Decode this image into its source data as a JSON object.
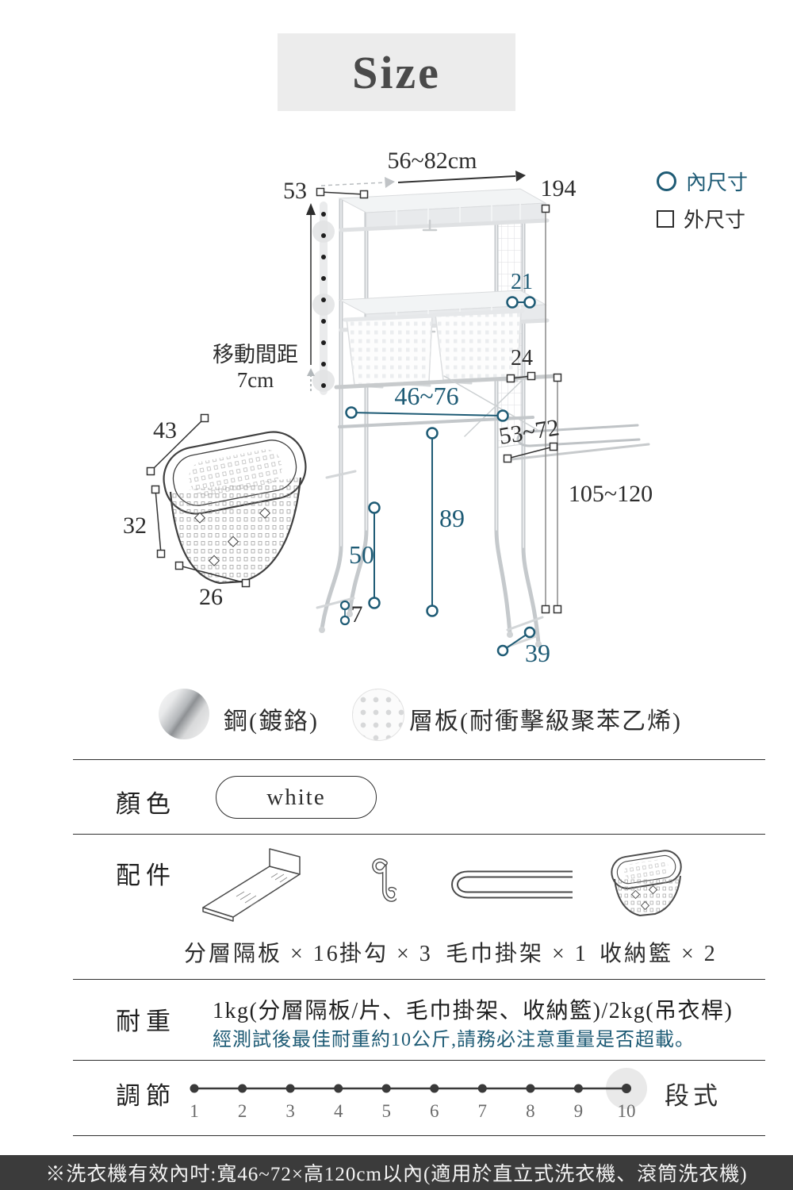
{
  "title": "Size",
  "legend": {
    "inner_label": "內尺寸",
    "outer_label": "外尺寸"
  },
  "diagram": {
    "top_width": "56~82cm",
    "top_depth": "53",
    "total_height": "194",
    "move_label": "移動間距",
    "move_value": "7cm",
    "shelf_inner_depth": "21",
    "shelf_outer_depth": "24",
    "inner_width": "46~76",
    "hanger_width": "53~72",
    "pole_height": "105~120",
    "inner_height": "89",
    "front_inner_height": "50",
    "foot_height": "7",
    "base_depth": "39",
    "basket_width": "43",
    "basket_height": "32",
    "basket_depth": "26"
  },
  "materials": [
    {
      "icon": "chrome-steel-swatch",
      "label": "鋼(鍍鉻)"
    },
    {
      "icon": "perforated-board-swatch",
      "label": "層板(耐衝擊級聚苯乙烯)"
    }
  ],
  "color_section": {
    "label": "顏色",
    "value": "white"
  },
  "accessories": {
    "label": "配件",
    "items": [
      {
        "icon": "divider-board",
        "name": "分層隔板 × 16"
      },
      {
        "icon": "hook",
        "name": "掛勾 × 3"
      },
      {
        "icon": "towel-rack",
        "name": "毛巾掛架 × 1"
      },
      {
        "icon": "storage-basket",
        "name": "收納籃 × 2"
      }
    ]
  },
  "load_section": {
    "label": "耐重",
    "line1": "1kg(分層隔板/片、毛巾掛架、收納籃)/2kg(吊衣桿)",
    "line2": "經測試後最佳耐重約10公斤,請務必注意重量是否超載。"
  },
  "adjust_section": {
    "label": "調節",
    "steps": [
      "1",
      "2",
      "3",
      "4",
      "5",
      "6",
      "7",
      "8",
      "9",
      "10"
    ],
    "active_step": "10",
    "unit": "段式"
  },
  "footnote": "※洗衣機有效內吋:寬46~72×高120cm以內(適用於直立式洗衣機、滾筒洗衣機)",
  "colors": {
    "accent": "#1e5b75",
    "ink": "#2d2d2d",
    "footer_bg": "#3b3b3b",
    "title_bg": "#ececec"
  }
}
